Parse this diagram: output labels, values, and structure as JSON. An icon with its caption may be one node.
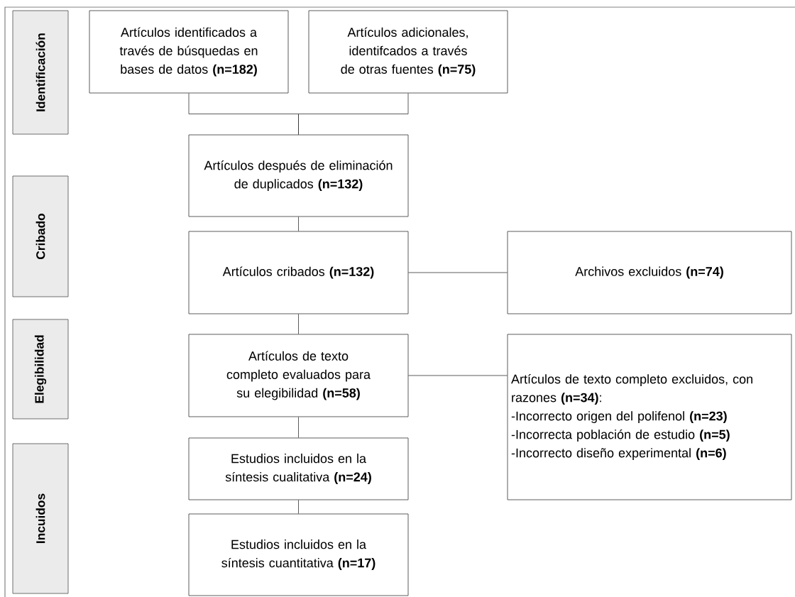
{
  "diagram": {
    "nodes": [
      {
        "text": [
          "Identificación"
        ]
      },
      {
        "text": [
          "Artículos identificados a través de búsquedas en bases de datos **(n=182)**"
        ]
      },
      {
        "text": [
          "Artículos adicionales, identifcados a través de otras fuentes **(n=75)**"
        ]
      },
      {
        "text": [
          "Artículos después de eliminación de duplicados **(n=132)**"
        ]
      },
      {
        "text": [
          "Cribado"
        ]
      },
      {
        "text": [
          "Artículos cribados **(n=132)**"
        ]
      },
      {
        "text": [
          "Archivos excluidos **(n=74)**"
        ]
      },
      {
        "text": [
          "Elegibilidad"
        ]
      },
      {
        "text": [
          "Artículos de texto completo evaluados para su elegibilidad **(n=58)**"
        ]
      },
      {
        "text": [
          "Artículos de texto completo excluidos, con razones **(n=34)**:",
          "-Incorrecto origen del polifenol **(n=23)**",
          "-Incorrecta población de estudio **(n=5)**",
          "-Incorrecto diseño experimental **(n=6)**"
        ]
      },
      {
        "text": [
          "Incuidos"
        ]
      },
      {
        "text": [
          "Estudios incluidos en la síntesis cualitativa **(n=24)**"
        ]
      },
      {
        "text": [
          "Estudios incluidos en la síntesis cuantitativa **(n=17)**"
        ]
      }
    ],
    "edges": [
      {
        "from": 1,
        "to": 3,
        "arrow": "none"
      },
      {
        "from": 2,
        "to": 3,
        "arrow": "none"
      },
      {
        "from": 3,
        "to": 5,
        "arrow": "none"
      },
      {
        "from": 5,
        "to": 6,
        "arrow": "none"
      },
      {
        "from": 5,
        "to": 8,
        "arrow": "none"
      },
      {
        "from": 8,
        "to": 9,
        "arrow": "none"
      },
      {
        "from": 8,
        "to": 11,
        "arrow": "none"
      },
      {
        "from": 11,
        "to": 12,
        "arrow": "none"
      }
    ]
  }
}
